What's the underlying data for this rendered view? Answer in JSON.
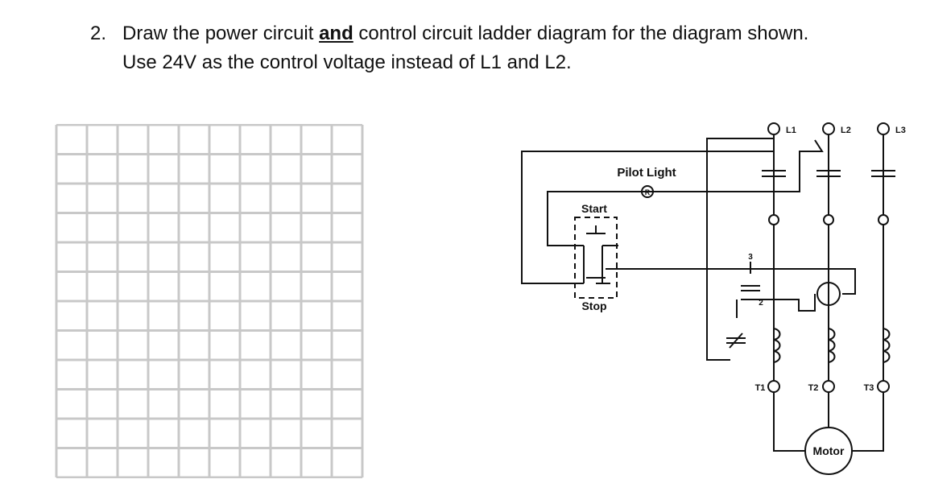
{
  "question": {
    "number": "2.",
    "line1_pre": "Draw the power circuit ",
    "line1_emph": "and",
    "line1_post": " control circuit ladder diagram for the diagram shown.",
    "line2": "Use 24V as the control voltage instead of L1 and L2."
  },
  "grid": {
    "cols": 10,
    "rows": 12,
    "line_color": "#c8c8c8"
  },
  "diagram": {
    "labels": {
      "l1": "L1",
      "l2": "L2",
      "l3": "L3",
      "pilot_light": "Pilot Light",
      "pilot_lamp": "R",
      "start": "Start",
      "stop": "Stop",
      "aux_top": "3",
      "aux_bot": "2",
      "t1": "T1",
      "t2": "T2",
      "t3": "T3",
      "motor": "Motor"
    }
  }
}
